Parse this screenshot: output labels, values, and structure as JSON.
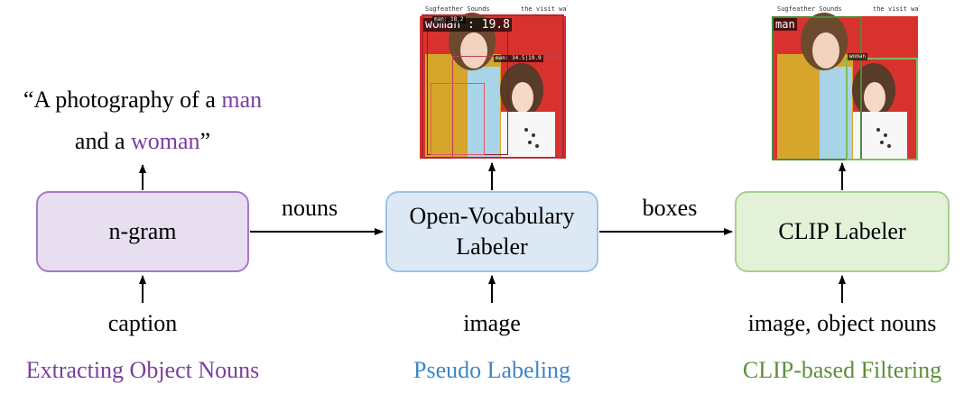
{
  "caption_quote": {
    "line1_prefix": "“A photography of a ",
    "line1_noun": "man",
    "line2_prefix": "and a ",
    "line2_noun": "woman",
    "line2_suffix": "”"
  },
  "stages": [
    {
      "box_label": "n-gram",
      "input": "caption",
      "section_title": "Extracting Object Nouns"
    },
    {
      "box_label_line1": "Open-Vocabulary",
      "box_label_line2": "Labeler",
      "input": "image",
      "section_title": "Pseudo Labeling"
    },
    {
      "box_label": "CLIP Labeler",
      "input": "image, object nouns",
      "section_title": "CLIP-based Filtering"
    }
  ],
  "edges": [
    {
      "from": "n-gram",
      "to": "Open-Vocabulary Labeler",
      "label": "nouns"
    },
    {
      "from": "Open-Vocabulary Labeler",
      "to": "CLIP Labeler",
      "label": "boxes"
    }
  ],
  "pseudo_label_image": {
    "box_labels": [
      "woman : 19.8",
      "man: 18.2",
      "man: 34.5|19.9"
    ],
    "header_left": "Sugfeather Sounds",
    "header_right": "the visit waltz"
  },
  "clip_image": {
    "box_labels": [
      "man",
      "woman"
    ],
    "header_left": "Sugfeather Sounds",
    "header_right": "the visit waltz"
  },
  "colors": {
    "purple": "#7a3f9d",
    "blue": "#3d86c6",
    "green": "#5c8f3b",
    "ngram_fill": "#e7def0",
    "ovl_fill": "#dde8f5",
    "clip_fill": "#e3f1d8"
  }
}
